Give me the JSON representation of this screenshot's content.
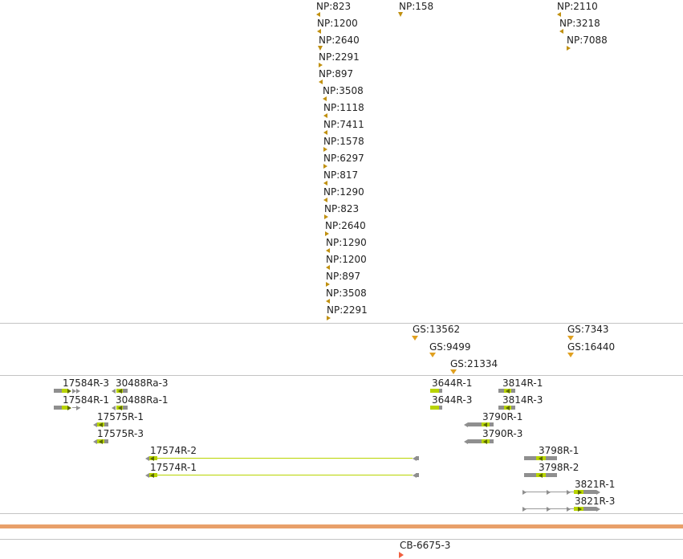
{
  "tracks": {
    "np_features": [
      "NP:823",
      "NP:158",
      "NP:2110",
      "NP:1200",
      "NP:3218",
      "NP:2640",
      "NP:7088",
      "NP:2291",
      "NP:897",
      "NP:3508",
      "NP:1118",
      "NP:7411",
      "NP:1578",
      "NP:6297",
      "NP:817",
      "NP:1290",
      "NP:823",
      "NP:2640",
      "NP:1290",
      "NP:1200",
      "NP:897",
      "NP:3508",
      "NP:2291"
    ],
    "gs_features": [
      "GS:13562",
      "GS:7343",
      "GS:9499",
      "GS:16440",
      "GS:21334"
    ],
    "transcripts": [
      "17584R-3",
      "30488Ra-3",
      "17584R-1",
      "30488Ra-1",
      "17575R-1",
      "17575R-3",
      "17574R-2",
      "17574R-1",
      "3644R-1",
      "3814R-1",
      "3644R-3",
      "3814R-3",
      "3790R-1",
      "3790R-3",
      "3798R-1",
      "3798R-2",
      "3821R-1",
      "3821R-3"
    ],
    "cb_features": [
      "CB-6675-3"
    ]
  },
  "colors": {
    "np_marker": "#c09010",
    "gs_marker": "#e0a020",
    "gene_gray": "#8f8f8f",
    "gene_lime": "#b8d400",
    "separator": "#c4c4c4",
    "orange_band": "#e8a06a",
    "cb_marker": "#f06040"
  }
}
